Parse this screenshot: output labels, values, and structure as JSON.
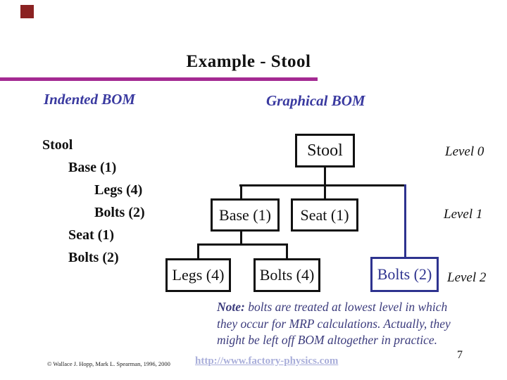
{
  "slide": {
    "title": "Example - Stool",
    "page_number": "7",
    "rule_color": "#a42a92",
    "corner_square_color": "#8b2222",
    "heading_color": "#3a3aa0"
  },
  "indented_bom": {
    "heading": "Indented BOM",
    "items": [
      {
        "label": "Stool",
        "indent": 0
      },
      {
        "label": "Base (1)",
        "indent": 1
      },
      {
        "label": "Legs (4)",
        "indent": 2
      },
      {
        "label": "Bolts (2)",
        "indent": 2
      },
      {
        "label": "Seat (1)",
        "indent": 1
      },
      {
        "label": "Bolts (2)",
        "indent": 1
      }
    ]
  },
  "graphical_bom": {
    "heading": "Graphical BOM",
    "nodes": [
      {
        "id": "stool",
        "label": "Stool",
        "level": 0,
        "highlight": false
      },
      {
        "id": "base",
        "label": "Base (1)",
        "level": 1,
        "highlight": false
      },
      {
        "id": "seat",
        "label": "Seat (1)",
        "level": 1,
        "highlight": false
      },
      {
        "id": "legs",
        "label": "Legs (4)",
        "level": 2,
        "highlight": false
      },
      {
        "id": "bolts4",
        "label": "Bolts (4)",
        "level": 2,
        "highlight": false
      },
      {
        "id": "bolts2",
        "label": "Bolts (2)",
        "level": 2,
        "highlight": true
      }
    ],
    "edges": [
      {
        "from": "Stool",
        "to": "Base (1)"
      },
      {
        "from": "Stool",
        "to": "Seat (1)"
      },
      {
        "from": "Stool",
        "to": "Bolts (2)"
      },
      {
        "from": "Base (1)",
        "to": "Legs (4)"
      },
      {
        "from": "Base (1)",
        "to": "Bolts (4)"
      }
    ],
    "level_labels": [
      "Level 0",
      "Level 1",
      "Level 2"
    ],
    "highlight_color": "#2e338f"
  },
  "note": {
    "label": "Note:",
    "lines": [
      " bolts are treated at lowest level in which",
      "they occur for MRP calculations. Actually, they",
      "might be left off BOM altogether in practice."
    ],
    "color": "#3c3c7d"
  },
  "footer": {
    "copyright": "© Wallace J. Hopp, Mark L. Spearman, 1996, 2000",
    "link": "http://www.factory-physics.com",
    "link_color": "#a9aeda"
  }
}
